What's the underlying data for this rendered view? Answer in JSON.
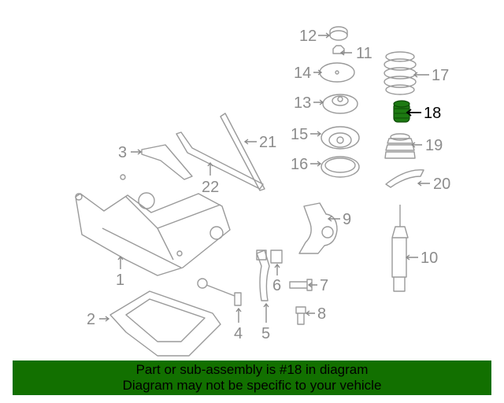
{
  "callouts": {
    "c1": "1",
    "c2": "2",
    "c3": "3",
    "c4": "4",
    "c5": "5",
    "c6": "6",
    "c7": "7",
    "c8": "8",
    "c9": "9",
    "c10": "10",
    "c11": "11",
    "c12": "12",
    "c13": "13",
    "c14": "14",
    "c15": "15",
    "c16": "16",
    "c17": "17",
    "c18": "18",
    "c19": "19",
    "c20": "20",
    "c21": "21",
    "c22": "22"
  },
  "highlighted_part": "18",
  "colors": {
    "highlight": "#1d7a12",
    "banner": "#127000",
    "line": "#9a9a9a"
  },
  "banner": {
    "line1": "Part or sub-assembly is #18 in diagram",
    "line2": "Diagram may not be specific to your vehicle"
  }
}
